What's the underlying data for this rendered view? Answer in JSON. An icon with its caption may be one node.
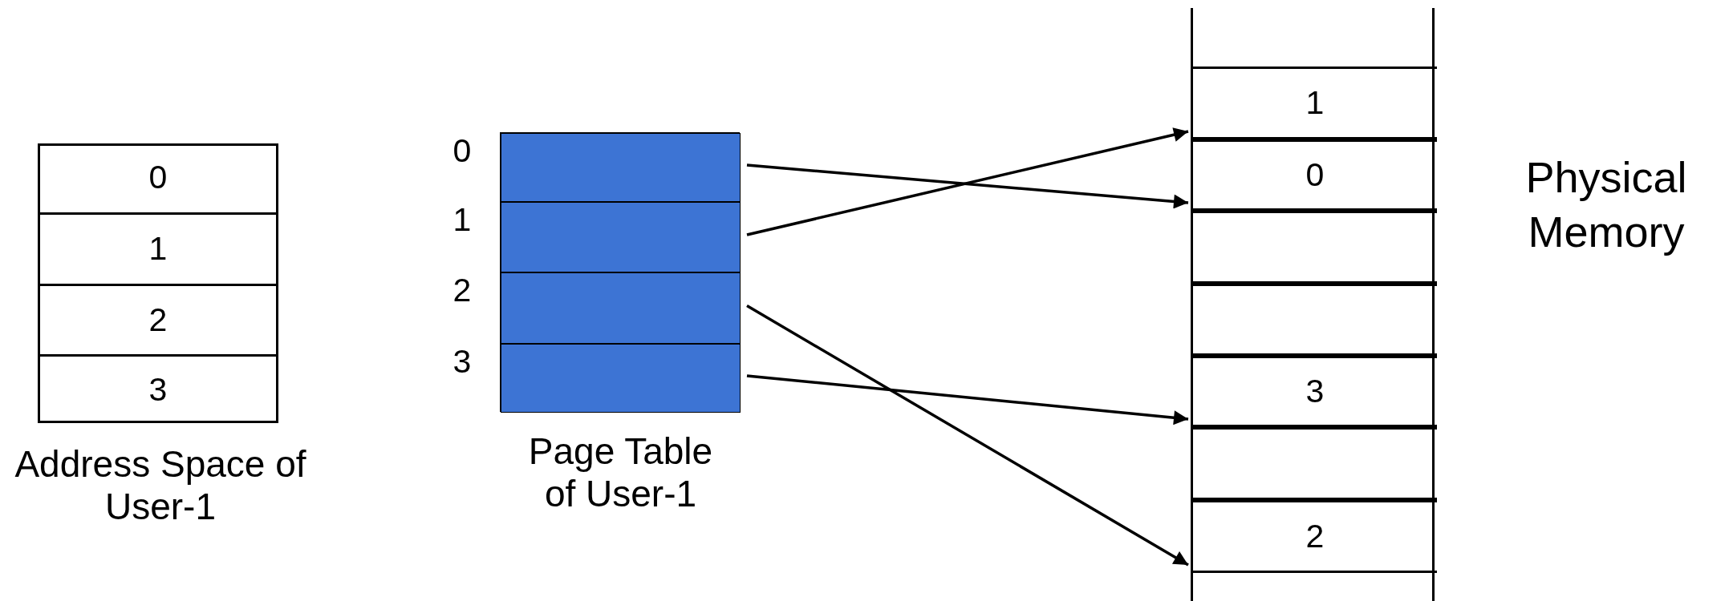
{
  "diagram": {
    "nodes": [
      {
        "text": [
          "Address Space of User-1"
        ]
      },
      {
        "text": [
          "0"
        ],
        "in": 0
      },
      {
        "text": [
          "1"
        ],
        "in": 0
      },
      {
        "text": [
          "2"
        ],
        "in": 0
      },
      {
        "text": [
          "3"
        ],
        "in": 0
      },
      {
        "text": [
          "Page Table of User-1"
        ]
      },
      {
        "text": [],
        "shape": "box",
        "in": 5,
        "beside": [
          "0"
        ]
      },
      {
        "text": [],
        "shape": "box",
        "in": 5,
        "beside": [
          "1"
        ]
      },
      {
        "text": [],
        "shape": "box",
        "in": 5,
        "beside": [
          "2"
        ]
      },
      {
        "text": [],
        "shape": "box",
        "in": 5,
        "beside": [
          "3"
        ]
      },
      {
        "text": [
          "Physical Memory"
        ]
      },
      {
        "text": [
          "1"
        ],
        "in": 10
      },
      {
        "text": [
          "0"
        ],
        "in": 10
      },
      {
        "text": [],
        "shape": "box",
        "in": 10
      },
      {
        "text": [],
        "shape": "box",
        "in": 10
      },
      {
        "text": [
          "3"
        ],
        "in": 10
      },
      {
        "text": [],
        "shape": "box",
        "in": 10
      },
      {
        "text": [
          "2"
        ],
        "in": 10
      }
    ],
    "edges": [
      {
        "from": 6,
        "to": 12,
        "arrow": "to"
      },
      {
        "from": 7,
        "to": 11,
        "arrow": "to"
      },
      {
        "from": 8,
        "to": 17,
        "arrow": "to"
      },
      {
        "from": 9,
        "to": 15,
        "arrow": "to"
      }
    ]
  }
}
